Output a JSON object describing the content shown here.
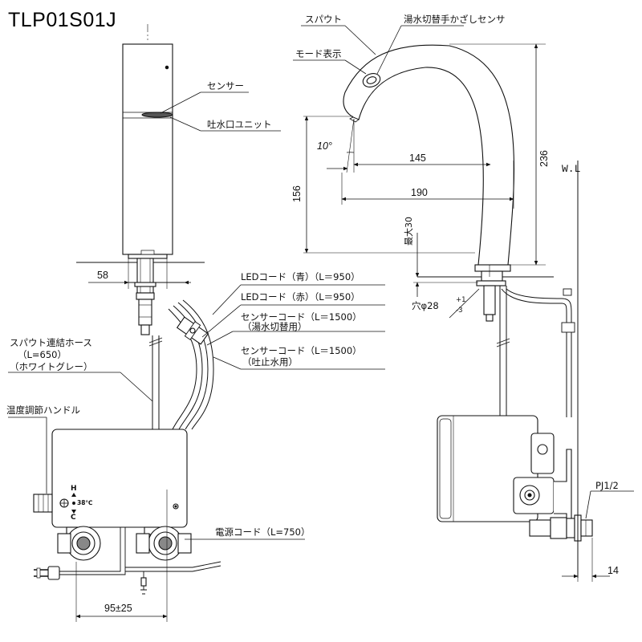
{
  "model": "TLP01S01J",
  "callouts": {
    "sensor": "センサー",
    "spout_unit": "吐水口ユニット",
    "led_blue": "LEDコード（青）（L＝950）",
    "led_red": "LEDコード（赤）（L＝950）",
    "sensor_cord_hot_cold_1": "センサーコード（L＝1500）",
    "sensor_cord_hot_cold_2": "（湯水切替用）",
    "sensor_cord_spout_1": "センサーコード（L＝1500）",
    "sensor_cord_spout_2": "（吐止水用）",
    "hose_1": "スパウト連結ホース",
    "hose_2": "（L=650）",
    "hose_3": "（ホワイトグレー）",
    "temp_handle": "温度調節ハンドル",
    "power_cord": "電源コード（L=750）",
    "spout": "スパウト",
    "hand_sensor": "湯水切替手かざしセンサ",
    "mode_display": "モード表示",
    "hole": "穴φ28",
    "hole_tol_plus": "+1",
    "hole_tol_minus": "-3",
    "max30": "最大30",
    "wl": "W.L",
    "pj": "PJ1/2"
  },
  "dimensions": {
    "d58": "58",
    "d95": "95±25",
    "d10deg": "10°",
    "d145": "145",
    "d190": "190",
    "d156": "156",
    "d236": "236",
    "d14": "14"
  },
  "handle_marks": {
    "h": "H",
    "c": "C",
    "deg": "38℃"
  }
}
